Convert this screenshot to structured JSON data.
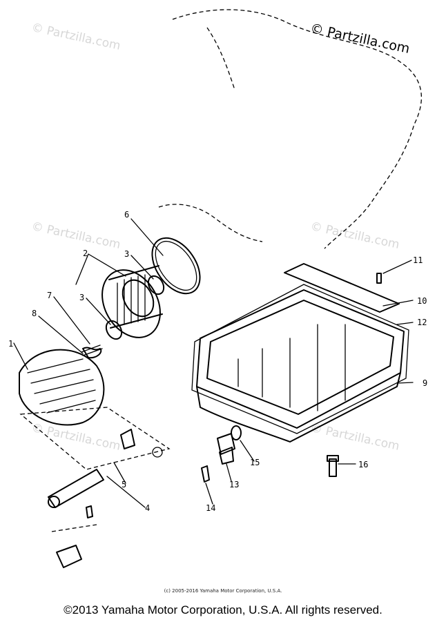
{
  "watermark": {
    "main": "© Partzilla.com",
    "faint": [
      "© Partzilla.com",
      "© Partzilla.com",
      "© Partzilla.com",
      "© Partzilla.com",
      "© Partzilla.com"
    ]
  },
  "callouts": [
    "1",
    "2",
    "3",
    "3",
    "4",
    "5",
    "6",
    "7",
    "8",
    "9",
    "10",
    "11",
    "12",
    "13",
    "14",
    "15",
    "16"
  ],
  "footer": {
    "small": "(c) 2005-2016 Yamaha Motor Corporation, U.S.A.",
    "main": "©2013 Yamaha Motor Corporation, U.S.A. All rights reserved."
  }
}
